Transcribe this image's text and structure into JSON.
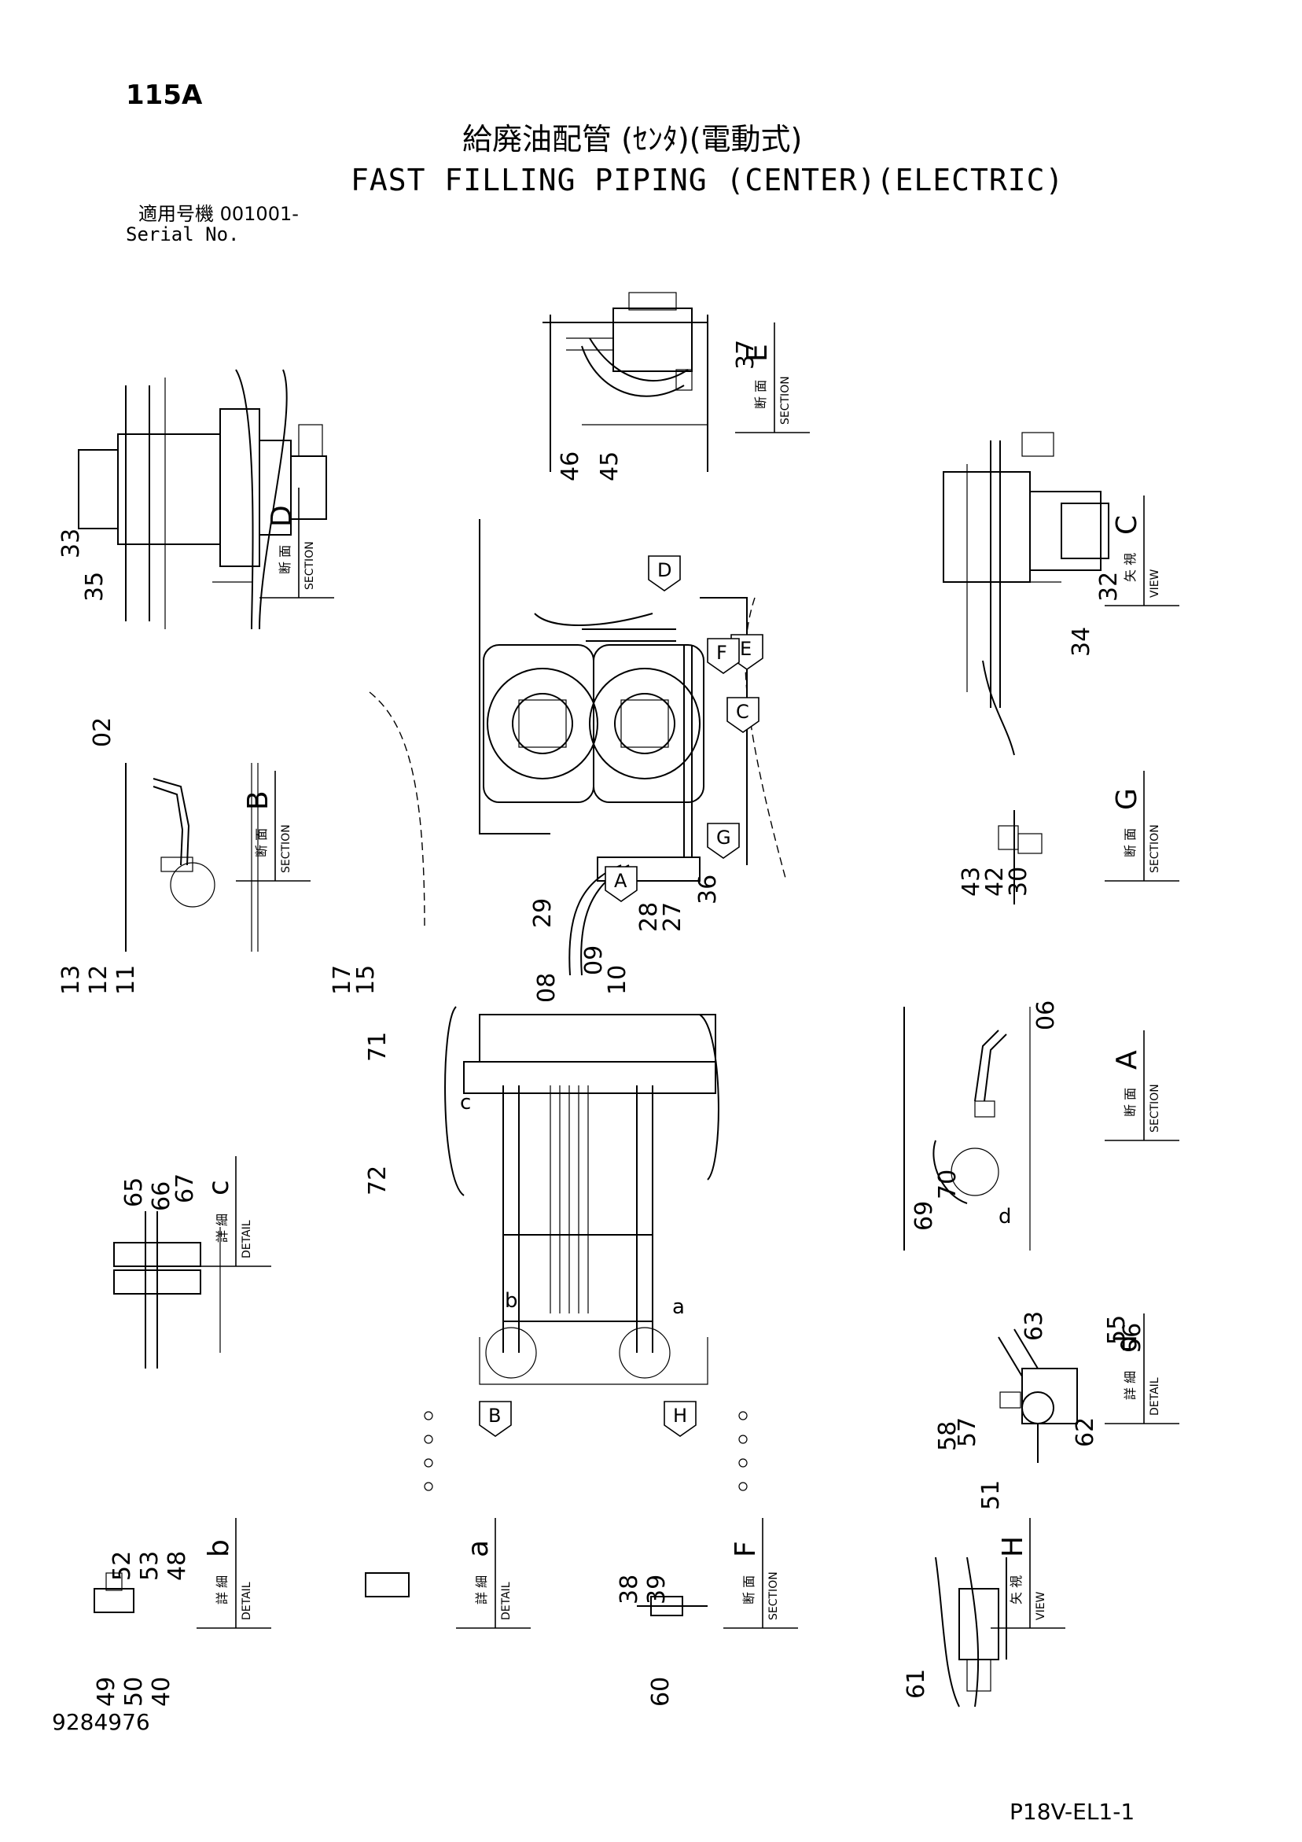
{
  "header": {
    "page_number": "115A",
    "title_jp": "給廃油配管 (ｾﾝﾀ)(電動式)",
    "title_en": "FAST FILLING PIPING (CENTER)(ELECTRIC)",
    "serial_jp": "適用号機  001001-",
    "serial_en": "Serial No."
  },
  "footer": {
    "document_number": "9284976",
    "sheet_id": "P18V-EL1-1"
  },
  "views": [
    {
      "kind_jp": "断 面",
      "kind_en": "SECTION",
      "letter": "E"
    },
    {
      "kind_jp": "断 面",
      "kind_en": "SECTION",
      "letter": "D"
    },
    {
      "kind_jp": "矢 視",
      "kind_en": "VIEW",
      "letter": "C"
    },
    {
      "kind_jp": "断 面",
      "kind_en": "SECTION",
      "letter": "B"
    },
    {
      "kind_jp": "断 面",
      "kind_en": "SECTION",
      "letter": "G"
    },
    {
      "kind_jp": "断 面",
      "kind_en": "SECTION",
      "letter": "A"
    },
    {
      "kind_jp": "詳 細",
      "kind_en": "DETAIL",
      "letter": "c"
    },
    {
      "kind_jp": "詳 細",
      "kind_en": "DETAIL",
      "letter": "d"
    },
    {
      "kind_jp": "詳 細",
      "kind_en": "DETAIL",
      "letter": "b"
    },
    {
      "kind_jp": "詳 細",
      "kind_en": "DETAIL",
      "letter": "a"
    },
    {
      "kind_jp": "断 面",
      "kind_en": "SECTION",
      "letter": "F"
    },
    {
      "kind_jp": "矢 視",
      "kind_en": "VIEW",
      "letter": "H"
    }
  ],
  "part_callouts": [
    "37",
    "46",
    "45",
    "33",
    "35",
    "32",
    "34",
    "02",
    "13",
    "12",
    "11",
    "43",
    "42",
    "30",
    "29",
    "28",
    "27",
    "36",
    "09",
    "10",
    "08",
    "17",
    "15",
    "71",
    "72",
    "06",
    "65",
    "66",
    "67",
    "69",
    "70",
    "63",
    "55",
    "56",
    "58",
    "57",
    "62",
    "51",
    "52",
    "53",
    "48",
    "49",
    "50",
    "40",
    "38",
    "39",
    "60",
    "61"
  ],
  "arrow_markers": [
    "D",
    "E",
    "F",
    "C",
    "G",
    "A",
    "B",
    "H"
  ],
  "detail_markers": [
    "a",
    "b",
    "c",
    "d"
  ]
}
